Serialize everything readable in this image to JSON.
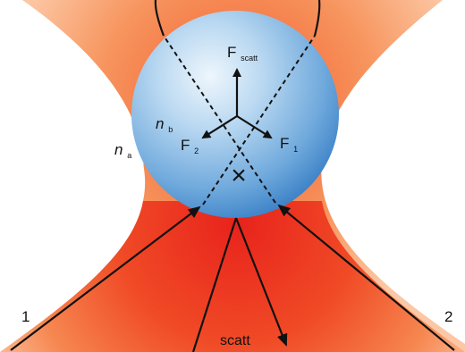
{
  "labels": {
    "f_scatt_main": "F",
    "f_scatt_sub": "scatt",
    "f1_main": "F",
    "f1_sub": "1",
    "f2_main": "F",
    "f2_sub": "2",
    "n_b_main": "n",
    "n_b_sub": "b",
    "n_a_main": "n",
    "n_a_sub": "a",
    "ray_1": "1",
    "ray_2": "2",
    "scatt": "scatt",
    "focus_mark": "×"
  },
  "colors": {
    "beam_core": "#e8231c",
    "beam_mid": "#f36a33",
    "beam_edge": "#f9b186",
    "sphere_light": "#dfeefa",
    "sphere_mid": "#8cbde6",
    "sphere_dark": "#3d87cc",
    "line": "#111111"
  }
}
